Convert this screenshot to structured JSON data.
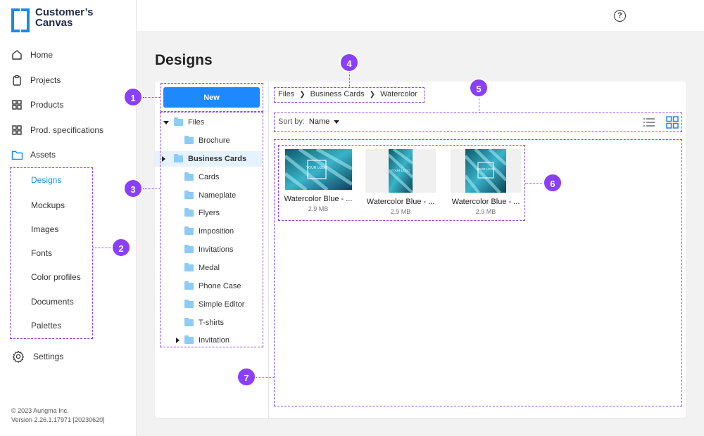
{
  "brand": {
    "name": "Customer’s Canvas"
  },
  "nav": {
    "items": [
      {
        "label": "Home"
      },
      {
        "label": "Projects"
      },
      {
        "label": "Products"
      },
      {
        "label": "Prod. specifications"
      },
      {
        "label": "Assets"
      }
    ],
    "sub_items": [
      {
        "label": "Designs"
      },
      {
        "label": "Mockups"
      },
      {
        "label": "Images"
      },
      {
        "label": "Fonts"
      },
      {
        "label": "Color profiles"
      },
      {
        "label": "Documents"
      },
      {
        "label": "Palettes"
      }
    ],
    "settings_label": "Settings"
  },
  "footer": {
    "copyright": "© 2023 Aurigma Inc.",
    "version": "Version 2.26.1.17971 [20230620]"
  },
  "header": {
    "help_glyph": "?"
  },
  "page": {
    "title": "Designs"
  },
  "toolbar": {
    "new_label": "New"
  },
  "tree": {
    "root": "Files",
    "folders": [
      "Brochure",
      "Business Cards",
      "Cards",
      "Nameplate",
      "Flyers",
      "Imposition",
      "Invitations",
      "Medal",
      "Phone Case",
      "Simple Editor",
      "T-shirts",
      "Invitation"
    ]
  },
  "breadcrumb": [
    "Files",
    "Business Cards",
    "Watercolor"
  ],
  "sort": {
    "label": "Sort by:",
    "value": "Name"
  },
  "files": [
    {
      "name": "Watercolor Blue - ...",
      "size": "2.9 MB",
      "logo": "YOUR LOGO"
    },
    {
      "name": "Watercolor Blue - ...",
      "size": "2.9 MB",
      "logo": "YOUR LOGO"
    },
    {
      "name": "Watercolor Blue - ...",
      "size": "2.9 MB",
      "logo": "YOUR LOGO"
    }
  ],
  "callouts": [
    "1",
    "2",
    "3",
    "4",
    "5",
    "6",
    "7"
  ],
  "colors": {
    "accent": "#1e88ff",
    "callout": "#8a3ffc",
    "folder": "#8ecbf5"
  }
}
